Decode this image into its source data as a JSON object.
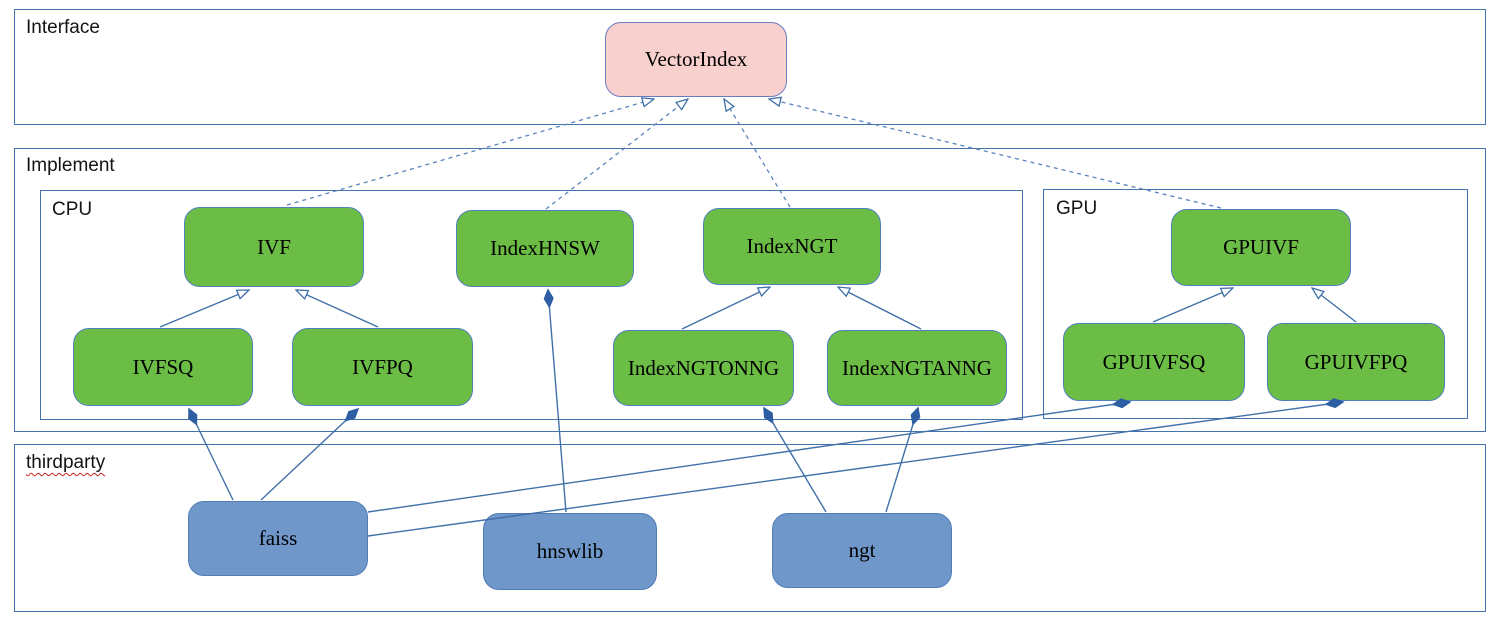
{
  "diagram": {
    "containers": {
      "interface": {
        "label": "Interface"
      },
      "implement": {
        "label": "Implement"
      },
      "cpu": {
        "label": "CPU"
      },
      "gpu": {
        "label": "GPU"
      },
      "thirdparty": {
        "label": "thirdparty",
        "spellcheck_underline": true
      }
    },
    "nodes": {
      "vectorindex": {
        "label": "VectorIndex",
        "kind": "interface"
      },
      "ivf": {
        "label": "IVF",
        "kind": "class"
      },
      "indexhnsw": {
        "label": "IndexHNSW",
        "kind": "class"
      },
      "indexngt": {
        "label": "IndexNGT",
        "kind": "class"
      },
      "gpuivf": {
        "label": "GPUIVF",
        "kind": "class"
      },
      "ivfsq": {
        "label": "IVFSQ",
        "kind": "class"
      },
      "ivfpq": {
        "label": "IVFPQ",
        "kind": "class"
      },
      "indexngtonng": {
        "label": "IndexNGTONNG",
        "kind": "class"
      },
      "indexngtanng": {
        "label": "IndexNGTANNG",
        "kind": "class"
      },
      "gpuivfsq": {
        "label": "GPUIVFSQ",
        "kind": "class"
      },
      "gpuivfpq": {
        "label": "GPUIVFPQ",
        "kind": "class"
      },
      "faiss": {
        "label": "faiss",
        "kind": "library"
      },
      "hnswlib": {
        "label": "hnswlib",
        "kind": "library"
      },
      "ngt": {
        "label": "ngt",
        "kind": "library"
      }
    },
    "edges": [
      {
        "from": "IVF",
        "to": "VectorIndex",
        "type": "realization-dashed-open-arrow"
      },
      {
        "from": "IndexHNSW",
        "to": "VectorIndex",
        "type": "realization-dashed-open-arrow"
      },
      {
        "from": "IndexNGT",
        "to": "VectorIndex",
        "type": "realization-dashed-open-arrow"
      },
      {
        "from": "GPUIVF",
        "to": "VectorIndex",
        "type": "realization-dashed-open-arrow"
      },
      {
        "from": "IVFSQ",
        "to": "IVF",
        "type": "generalization-open-arrow"
      },
      {
        "from": "IVFPQ",
        "to": "IVF",
        "type": "generalization-open-arrow"
      },
      {
        "from": "IndexNGTONNG",
        "to": "IndexNGT",
        "type": "generalization-open-arrow"
      },
      {
        "from": "IndexNGTANNG",
        "to": "IndexNGT",
        "type": "generalization-open-arrow"
      },
      {
        "from": "GPUIVFSQ",
        "to": "GPUIVF",
        "type": "generalization-open-arrow"
      },
      {
        "from": "GPUIVFPQ",
        "to": "GPUIVF",
        "type": "generalization-open-arrow"
      },
      {
        "from": "faiss",
        "to": "IVFSQ",
        "type": "composition-diamond"
      },
      {
        "from": "faiss",
        "to": "IVFPQ",
        "type": "composition-diamond"
      },
      {
        "from": "faiss",
        "to": "GPUIVFSQ",
        "type": "composition-diamond"
      },
      {
        "from": "faiss",
        "to": "GPUIVFPQ",
        "type": "composition-diamond"
      },
      {
        "from": "hnswlib",
        "to": "IndexHNSW",
        "type": "composition-diamond"
      },
      {
        "from": "ngt",
        "to": "IndexNGTONNG",
        "type": "composition-diamond"
      },
      {
        "from": "ngt",
        "to": "IndexNGTANNG",
        "type": "composition-diamond"
      }
    ],
    "colors": {
      "interface_fill": "#f8d0cd",
      "class_fill": "#6bbd45",
      "library_fill": "#7097c9",
      "line": "#4070a8",
      "diamond": "#2e5ea2",
      "container_border": "#4474ac",
      "spellcheck_red": "#cc2222"
    }
  }
}
